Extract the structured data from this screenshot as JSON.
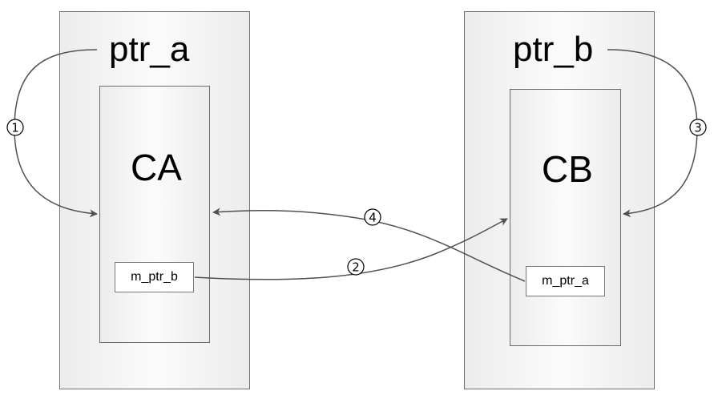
{
  "pointer_a": {
    "label": "ptr_a"
  },
  "pointer_b": {
    "label": "ptr_b"
  },
  "class_a": {
    "label": "CA",
    "member": "m_ptr_b"
  },
  "class_b": {
    "label": "CB",
    "member": "m_ptr_a"
  },
  "arrows": [
    {
      "marker": "1",
      "from": "ptr_a",
      "to": "CA"
    },
    {
      "marker": "2",
      "from": "m_ptr_b",
      "to": "CB"
    },
    {
      "marker": "3",
      "from": "ptr_b",
      "to": "CB"
    },
    {
      "marker": "4",
      "from": "m_ptr_a",
      "to": "CA"
    }
  ],
  "colors": {
    "arrow": "#505050",
    "box_border": "#707070"
  }
}
